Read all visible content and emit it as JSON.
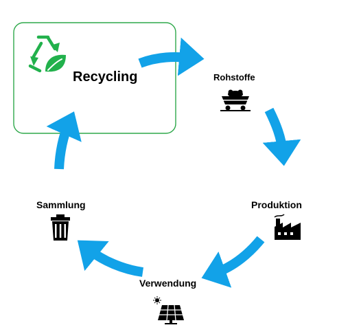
{
  "diagram": {
    "type": "cycle",
    "colors": {
      "arrow": "#12a2e8",
      "highlight_border": "#2ea84a",
      "recycle_icon": "#22b14c",
      "icon": "#000000",
      "text": "#000000"
    },
    "nodes": [
      {
        "id": "recycling",
        "label": "Recycling",
        "icon": "recycle-leaf-icon",
        "highlighted": true
      },
      {
        "id": "rohstoffe",
        "label": "Rohstoffe",
        "icon": "mine-cart-icon"
      },
      {
        "id": "produktion",
        "label": "Produktion",
        "icon": "factory-icon"
      },
      {
        "id": "verwendung",
        "label": "Verwendung",
        "icon": "solar-panel-icon"
      },
      {
        "id": "sammlung",
        "label": "Sammlung",
        "icon": "trash-bin-icon"
      }
    ],
    "edges": [
      {
        "from": "recycling",
        "to": "rohstoffe"
      },
      {
        "from": "rohstoffe",
        "to": "produktion"
      },
      {
        "from": "produktion",
        "to": "verwendung"
      },
      {
        "from": "verwendung",
        "to": "sammlung"
      },
      {
        "from": "sammlung",
        "to": "recycling"
      }
    ]
  }
}
